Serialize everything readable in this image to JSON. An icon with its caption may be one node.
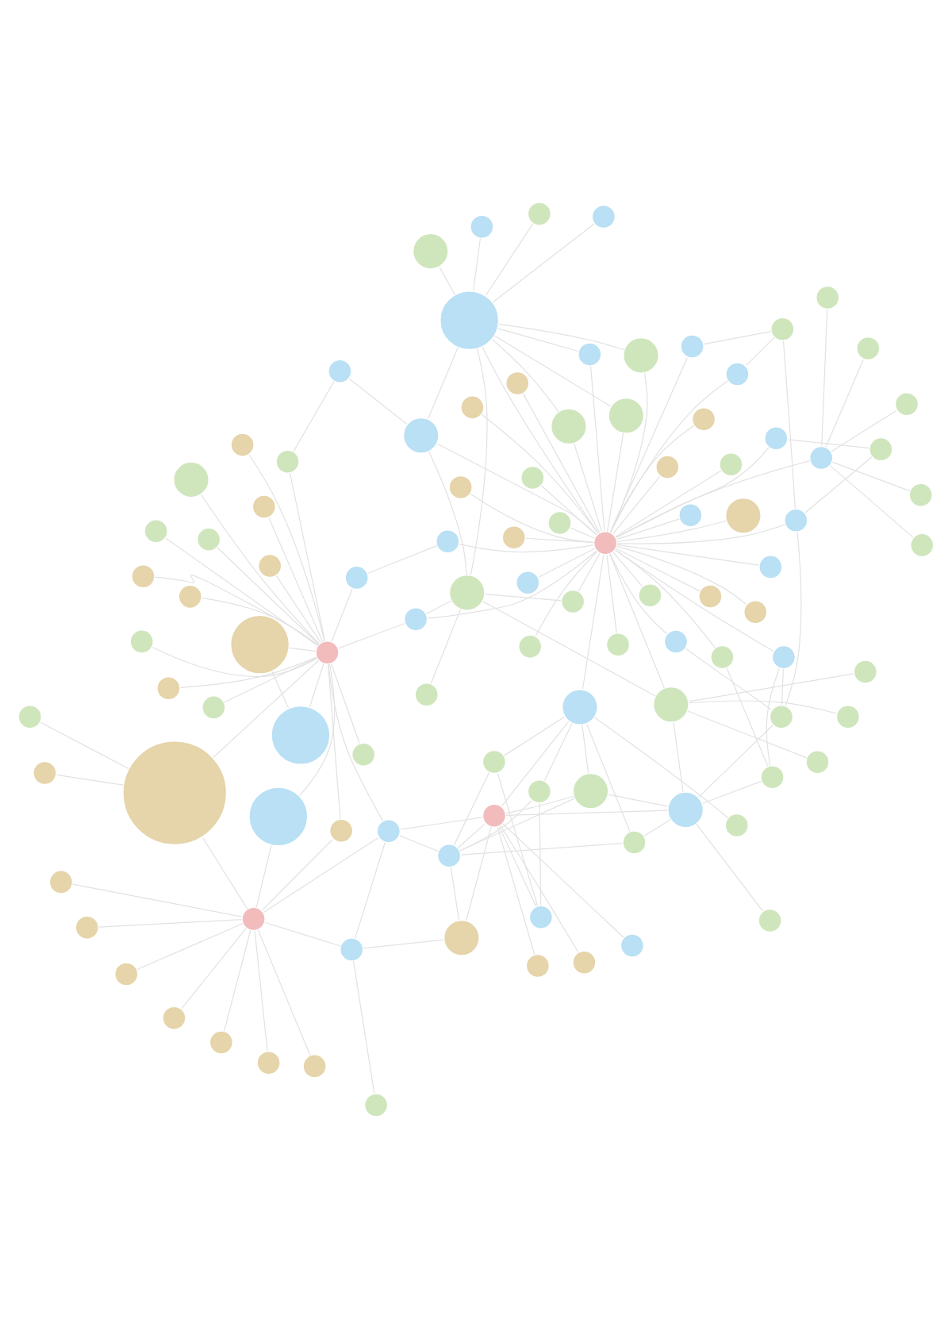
{
  "diagram": {
    "nodes": [
      {
        "text": [],
        "shape": "circle"
      },
      {
        "text": [],
        "shape": "circle"
      },
      {
        "text": [],
        "shape": "circle"
      },
      {
        "text": [],
        "shape": "circle"
      },
      {
        "text": [],
        "shape": "circle"
      },
      {
        "text": [],
        "shape": "circle"
      },
      {
        "text": [],
        "shape": "circle"
      },
      {
        "text": [],
        "shape": "circle"
      },
      {
        "text": [],
        "shape": "circle"
      },
      {
        "text": [],
        "shape": "circle"
      },
      {
        "text": [],
        "shape": "circle"
      },
      {
        "text": [],
        "shape": "circle"
      },
      {
        "text": [],
        "shape": "circle"
      },
      {
        "text": [],
        "shape": "circle"
      },
      {
        "text": [],
        "shape": "circle"
      },
      {
        "text": [],
        "shape": "circle"
      },
      {
        "text": [],
        "shape": "circle"
      },
      {
        "text": [],
        "shape": "circle"
      },
      {
        "text": [],
        "shape": "circle"
      },
      {
        "text": [],
        "shape": "circle"
      },
      {
        "text": [],
        "shape": "circle"
      },
      {
        "text": [],
        "shape": "circle"
      },
      {
        "text": [],
        "shape": "circle"
      },
      {
        "text": [],
        "shape": "circle"
      },
      {
        "text": [],
        "shape": "circle"
      },
      {
        "text": [],
        "shape": "circle"
      },
      {
        "text": [],
        "shape": "circle"
      },
      {
        "text": [],
        "shape": "circle"
      },
      {
        "text": [],
        "shape": "circle"
      },
      {
        "text": [],
        "shape": "circle"
      },
      {
        "text": [],
        "shape": "circle"
      },
      {
        "text": [],
        "shape": "circle"
      },
      {
        "text": [],
        "shape": "circle"
      },
      {
        "text": [],
        "shape": "circle"
      },
      {
        "text": [],
        "shape": "circle"
      },
      {
        "text": [],
        "shape": "circle"
      },
      {
        "text": [],
        "shape": "circle"
      },
      {
        "text": [],
        "shape": "circle"
      },
      {
        "text": [],
        "shape": "circle"
      },
      {
        "text": [],
        "shape": "circle"
      },
      {
        "text": [],
        "shape": "circle"
      },
      {
        "text": [],
        "shape": "circle"
      },
      {
        "text": [],
        "shape": "circle"
      },
      {
        "text": [],
        "shape": "circle"
      },
      {
        "text": [],
        "shape": "circle"
      },
      {
        "text": [],
        "shape": "circle"
      },
      {
        "text": [],
        "shape": "circle"
      },
      {
        "text": [],
        "shape": "circle"
      },
      {
        "text": [],
        "shape": "circle"
      },
      {
        "text": [],
        "shape": "circle"
      },
      {
        "text": [],
        "shape": "circle"
      },
      {
        "text": [],
        "shape": "circle"
      },
      {
        "text": [],
        "shape": "circle"
      },
      {
        "text": [],
        "shape": "circle"
      },
      {
        "text": [],
        "shape": "circle"
      },
      {
        "text": [],
        "shape": "circle"
      },
      {
        "text": [],
        "shape": "circle"
      },
      {
        "text": [],
        "shape": "circle"
      },
      {
        "text": [],
        "shape": "circle"
      },
      {
        "text": [],
        "shape": "circle"
      },
      {
        "text": [],
        "shape": "circle"
      },
      {
        "text": [],
        "shape": "circle"
      },
      {
        "text": [],
        "shape": "circle"
      },
      {
        "text": [],
        "shape": "circle"
      },
      {
        "text": [],
        "shape": "circle"
      },
      {
        "text": [],
        "shape": "circle"
      },
      {
        "text": [],
        "shape": "circle"
      },
      {
        "text": [],
        "shape": "circle"
      },
      {
        "text": [],
        "shape": "circle"
      },
      {
        "text": [],
        "shape": "circle"
      },
      {
        "text": [],
        "shape": "circle"
      },
      {
        "text": [],
        "shape": "circle"
      },
      {
        "text": [],
        "shape": "circle"
      },
      {
        "text": [],
        "shape": "circle"
      },
      {
        "text": [],
        "shape": "circle"
      },
      {
        "text": [],
        "shape": "circle"
      },
      {
        "text": [],
        "shape": "circle"
      },
      {
        "text": [],
        "shape": "circle"
      },
      {
        "text": [],
        "shape": "circle"
      },
      {
        "text": [],
        "shape": "circle"
      },
      {
        "text": [],
        "shape": "circle"
      },
      {
        "text": [],
        "shape": "circle"
      },
      {
        "text": [],
        "shape": "circle"
      },
      {
        "text": [],
        "shape": "circle"
      },
      {
        "text": [],
        "shape": "circle"
      },
      {
        "text": [],
        "shape": "circle"
      },
      {
        "text": [],
        "shape": "circle"
      },
      {
        "text": [],
        "shape": "circle"
      },
      {
        "text": [],
        "shape": "circle"
      },
      {
        "text": [],
        "shape": "circle"
      },
      {
        "text": [],
        "shape": "circle"
      },
      {
        "text": [],
        "shape": "circle"
      },
      {
        "text": [],
        "shape": "circle"
      },
      {
        "text": [],
        "shape": "circle"
      },
      {
        "text": [],
        "shape": "circle"
      },
      {
        "text": [],
        "shape": "circle"
      },
      {
        "text": [],
        "shape": "circle"
      },
      {
        "text": [],
        "shape": "circle"
      },
      {
        "text": [],
        "shape": "circle"
      },
      {
        "text": [],
        "shape": "circle"
      },
      {
        "text": [],
        "shape": "circle"
      },
      {
        "text": [],
        "shape": "circle"
      },
      {
        "text": [],
        "shape": "circle"
      },
      {
        "text": [],
        "shape": "circle"
      }
    ],
    "edges": [
      {
        "from": 0,
        "to": 2,
        "arrow": "none"
      },
      {
        "from": 0,
        "to": 24,
        "arrow": "none"
      },
      {
        "from": 0,
        "to": 12,
        "arrow": "none"
      },
      {
        "from": 1,
        "to": 3,
        "arrow": "none"
      },
      {
        "from": 1,
        "to": 12,
        "arrow": "none"
      },
      {
        "from": 2,
        "to": 29,
        "arrow": "none"
      },
      {
        "from": 3,
        "to": 29,
        "arrow": "none"
      },
      {
        "from": 4,
        "to": 10,
        "arrow": "none"
      },
      {
        "from": 5,
        "to": 10,
        "arrow": "none"
      },
      {
        "from": 6,
        "to": 10,
        "arrow": "none"
      },
      {
        "from": 7,
        "to": 10,
        "arrow": "none"
      },
      {
        "from": 8,
        "to": 10,
        "arrow": "none"
      },
      {
        "from": 10,
        "to": 29,
        "arrow": "none"
      },
      {
        "from": 9,
        "to": 11,
        "arrow": "none"
      },
      {
        "from": 9,
        "to": 21,
        "arrow": "none"
      },
      {
        "from": 9,
        "to": 42,
        "arrow": "none"
      },
      {
        "from": 11,
        "to": 29,
        "arrow": "none"
      },
      {
        "from": 12,
        "to": 29,
        "arrow": "none"
      },
      {
        "from": 12,
        "to": 38,
        "arrow": "none"
      },
      {
        "from": 13,
        "to": 29,
        "arrow": "none"
      },
      {
        "from": 14,
        "to": 29,
        "arrow": "none"
      },
      {
        "from": 15,
        "to": 29,
        "arrow": "none"
      },
      {
        "from": 17,
        "to": 29,
        "arrow": "none"
      },
      {
        "from": 18,
        "to": 29,
        "arrow": "none"
      },
      {
        "from": 19,
        "to": 29,
        "arrow": "none"
      },
      {
        "from": 22,
        "to": 29,
        "arrow": "none"
      },
      {
        "from": 23,
        "to": 29,
        "arrow": "none"
      },
      {
        "from": 25,
        "to": 29,
        "arrow": "none"
      },
      {
        "from": 16,
        "to": 29,
        "arrow": "none"
      },
      {
        "from": 20,
        "to": 29,
        "arrow": "none"
      },
      {
        "from": 21,
        "to": 29,
        "arrow": "none"
      },
      {
        "from": 24,
        "to": 29,
        "arrow": "none"
      },
      {
        "from": 26,
        "to": 27,
        "arrow": "none"
      },
      {
        "from": 26,
        "to": 29,
        "arrow": "none"
      },
      {
        "from": 26,
        "to": 64,
        "arrow": "none"
      },
      {
        "from": 26,
        "to": 65,
        "arrow": "none"
      },
      {
        "from": 26,
        "to": 66,
        "arrow": "none"
      },
      {
        "from": 26,
        "to": 67,
        "arrow": "none"
      },
      {
        "from": 26,
        "to": 68,
        "arrow": "none"
      },
      {
        "from": 28,
        "to": 29,
        "arrow": "none"
      },
      {
        "from": 31,
        "to": 29,
        "arrow": "none"
      },
      {
        "from": 30,
        "to": 29,
        "arrow": "none"
      },
      {
        "from": 32,
        "to": 29,
        "arrow": "none"
      },
      {
        "from": 33,
        "to": 29,
        "arrow": "none"
      },
      {
        "from": 34,
        "to": 29,
        "arrow": "none"
      },
      {
        "from": 35,
        "to": 29,
        "arrow": "none"
      },
      {
        "from": 36,
        "to": 29,
        "arrow": "none"
      },
      {
        "from": 30,
        "to": 41,
        "arrow": "none"
      },
      {
        "from": 37,
        "to": 29,
        "arrow": "none"
      },
      {
        "from": 37,
        "to": 41,
        "arrow": "none"
      },
      {
        "from": 39,
        "to": 29,
        "arrow": "none"
      },
      {
        "from": 39,
        "to": 38,
        "arrow": "none"
      },
      {
        "from": 38,
        "to": 21,
        "arrow": "none"
      },
      {
        "from": 40,
        "to": 42,
        "arrow": "none"
      },
      {
        "from": 41,
        "to": 29,
        "arrow": "none"
      },
      {
        "from": 41,
        "to": 43,
        "arrow": "none"
      },
      {
        "from": 41,
        "to": 44,
        "arrow": "none"
      },
      {
        "from": 41,
        "to": 49,
        "arrow": "none"
      },
      {
        "from": 41,
        "to": 56,
        "arrow": "none"
      },
      {
        "from": 41,
        "to": 61,
        "arrow": "none"
      },
      {
        "from": 41,
        "to": 63,
        "arrow": "none"
      },
      {
        "from": 42,
        "to": 64,
        "arrow": "none"
      },
      {
        "from": 42,
        "to": 66,
        "arrow": "none"
      },
      {
        "from": 42,
        "to": 68,
        "arrow": "none"
      },
      {
        "from": 42,
        "to": 45,
        "arrow": "none"
      },
      {
        "from": 42,
        "to": 38,
        "arrow": "none"
      },
      {
        "from": 43,
        "to": 29,
        "arrow": "none"
      },
      {
        "from": 44,
        "to": 29,
        "arrow": "none"
      },
      {
        "from": 45,
        "to": 49,
        "arrow": "none"
      },
      {
        "from": 45,
        "to": 48,
        "arrow": "none"
      },
      {
        "from": 45,
        "to": 51,
        "arrow": "none"
      },
      {
        "from": 45,
        "to": 53,
        "arrow": "none"
      },
      {
        "from": 45,
        "to": 29,
        "arrow": "none"
      },
      {
        "from": 46,
        "to": 29,
        "arrow": "none"
      },
      {
        "from": 50,
        "to": 29,
        "arrow": "none"
      },
      {
        "from": 52,
        "to": 29,
        "arrow": "none"
      },
      {
        "from": 46,
        "to": 49,
        "arrow": "none"
      },
      {
        "from": 52,
        "to": 49,
        "arrow": "none"
      },
      {
        "from": 50,
        "to": 57,
        "arrow": "none"
      },
      {
        "from": 55,
        "to": 49,
        "arrow": "none"
      },
      {
        "from": 47,
        "to": 68,
        "arrow": "none"
      },
      {
        "from": 54,
        "to": 64,
        "arrow": "none"
      },
      {
        "from": 54,
        "to": 65,
        "arrow": "none"
      },
      {
        "from": 54,
        "to": 66,
        "arrow": "none"
      },
      {
        "from": 54,
        "to": 67,
        "arrow": "none"
      },
      {
        "from": 54,
        "to": 68,
        "arrow": "none"
      },
      {
        "from": 54,
        "to": 72,
        "arrow": "none"
      },
      {
        "from": 54,
        "to": 77,
        "arrow": "none"
      },
      {
        "from": 56,
        "to": 29,
        "arrow": "none"
      },
      {
        "from": 56,
        "to": 49,
        "arrow": "none"
      },
      {
        "from": 56,
        "to": 59,
        "arrow": "none"
      },
      {
        "from": 57,
        "to": 71,
        "arrow": "none"
      },
      {
        "from": 58,
        "to": 59,
        "arrow": "none"
      },
      {
        "from": 58,
        "to": 71,
        "arrow": "none"
      },
      {
        "from": 62,
        "to": 71,
        "arrow": "none"
      },
      {
        "from": 60,
        "to": 65,
        "arrow": "none"
      },
      {
        "from": 60,
        "to": 67,
        "arrow": "none"
      },
      {
        "from": 60,
        "to": 68,
        "arrow": "none"
      },
      {
        "from": 68,
        "to": 70,
        "arrow": "none"
      },
      {
        "from": 68,
        "to": 74,
        "arrow": "none"
      },
      {
        "from": 68,
        "to": 77,
        "arrow": "none"
      },
      {
        "from": 68,
        "to": 72,
        "arrow": "none"
      },
      {
        "from": 68,
        "to": 66,
        "arrow": "none"
      },
      {
        "from": 69,
        "to": 71,
        "arrow": "none"
      },
      {
        "from": 73,
        "to": 71,
        "arrow": "none"
      },
      {
        "from": 76,
        "to": 71,
        "arrow": "none"
      },
      {
        "from": 79,
        "to": 71,
        "arrow": "none"
      },
      {
        "from": 71,
        "to": 78,
        "arrow": "none"
      },
      {
        "from": 71,
        "to": 77,
        "arrow": "none"
      },
      {
        "from": 71,
        "to": 83,
        "arrow": "none"
      },
      {
        "from": 71,
        "to": 46,
        "arrow": "none"
      },
      {
        "from": 75,
        "to": 71,
        "arrow": "none"
      },
      {
        "from": 80,
        "to": 71,
        "arrow": "none"
      },
      {
        "from": 77,
        "to": 82,
        "arrow": "none"
      },
      {
        "from": 77,
        "to": 91,
        "arrow": "none"
      },
      {
        "from": 81,
        "to": 71,
        "arrow": "none"
      },
      {
        "from": 84,
        "to": 71,
        "arrow": "none"
      },
      {
        "from": 86,
        "to": 71,
        "arrow": "none"
      },
      {
        "from": 85,
        "to": 71,
        "arrow": "none"
      },
      {
        "from": 87,
        "to": 71,
        "arrow": "none"
      },
      {
        "from": 88,
        "to": 41,
        "arrow": "none"
      },
      {
        "from": 89,
        "to": 71,
        "arrow": "none"
      },
      {
        "from": 90,
        "to": 41,
        "arrow": "none"
      },
      {
        "from": 82,
        "to": 94,
        "arrow": "none"
      },
      {
        "from": 82,
        "to": 91,
        "arrow": "none"
      },
      {
        "from": 82,
        "to": 72,
        "arrow": "none"
      },
      {
        "from": 91,
        "to": 92,
        "arrow": "none"
      },
      {
        "from": 91,
        "to": 95,
        "arrow": "none"
      },
      {
        "from": 91,
        "to": 97,
        "arrow": "none"
      },
      {
        "from": 91,
        "to": 99,
        "arrow": "none"
      },
      {
        "from": 91,
        "to": 100,
        "arrow": "none"
      },
      {
        "from": 91,
        "to": 101,
        "arrow": "none"
      },
      {
        "from": 91,
        "to": 102,
        "arrow": "none"
      },
      {
        "from": 91,
        "to": 93,
        "arrow": "none"
      },
      {
        "from": 91,
        "to": 96,
        "arrow": "none"
      },
      {
        "from": 91,
        "to": 79,
        "arrow": "none"
      },
      {
        "from": 93,
        "to": 71,
        "arrow": "none"
      },
      {
        "from": 93,
        "to": 103,
        "arrow": "none"
      },
      {
        "from": 93,
        "to": 98,
        "arrow": "none"
      },
      {
        "from": 96,
        "to": 71,
        "arrow": "none"
      },
      {
        "from": 83,
        "to": 78,
        "arrow": "none"
      }
    ]
  }
}
